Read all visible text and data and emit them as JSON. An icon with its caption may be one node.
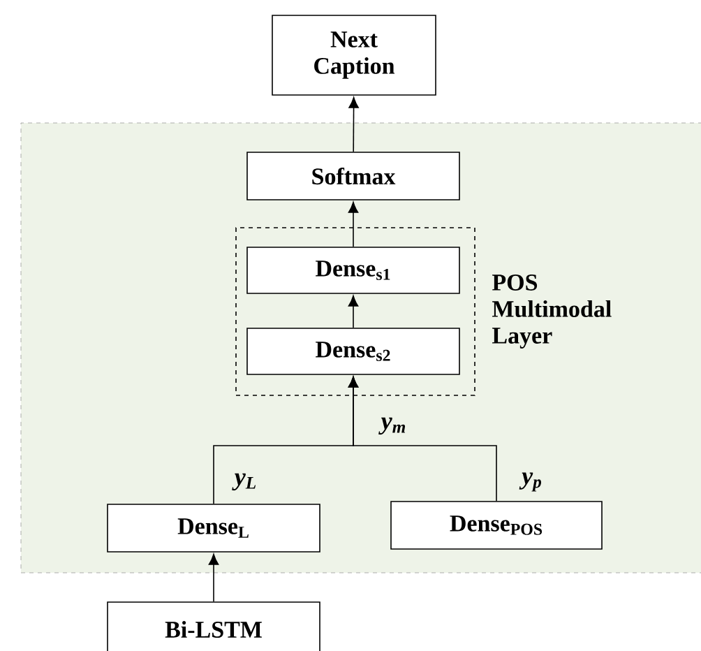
{
  "diagram": {
    "nodes": [
      {
        "text": [
          "Next Caption"
        ]
      },
      {
        "text": [],
        "shape": "box"
      },
      {
        "text": [
          "Softmax"
        ],
        "in": 1
      },
      {
        "text": [
          "POS Multimodal Layer"
        ],
        "in": 1
      },
      {
        "text": [
          "Dense$_{s1}$"
        ],
        "in": 3
      },
      {
        "text": [
          "Dense$_{s2}$"
        ],
        "in": 3
      },
      {
        "text": [
          "Dense$_{L}$"
        ],
        "in": 1
      },
      {
        "text": [
          "Dense$_{POS}$"
        ],
        "in": 1
      },
      {
        "text": [
          "Bi-LSTM"
        ]
      }
    ],
    "edges": [
      {
        "from": 8,
        "to": 6,
        "arrow": "to"
      },
      {
        "from": 6,
        "to": 5,
        "arrow": "to",
        "label": "y$_{L}$"
      },
      {
        "from": 7,
        "to": 5,
        "arrow": "to",
        "label": "y$_{p}$"
      },
      {
        "from": 5,
        "to": 4,
        "arrow": "to"
      },
      {
        "from": 4,
        "to": 2,
        "arrow": "to"
      },
      {
        "from": 2,
        "to": 0,
        "arrow": "to"
      }
    ],
    "labels": [
      "y$_{m}$"
    ]
  }
}
